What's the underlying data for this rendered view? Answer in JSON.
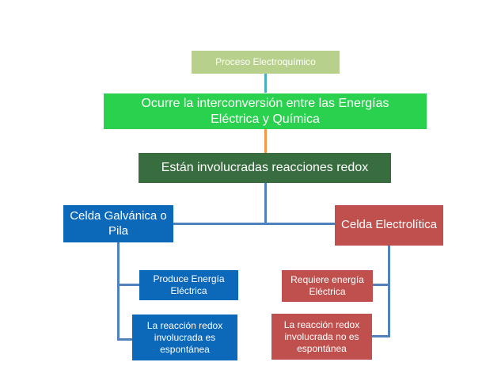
{
  "colors": {
    "root": "#b7d08c",
    "green": "#2ad14e",
    "darkgreen": "#386d40",
    "blue": "#0c68b9",
    "red": "#c0504d",
    "connector_blue": "#4f81bd",
    "connector_teal": "#4bacc6",
    "connector_orange": "#f79646"
  },
  "root": {
    "label": "Proceso Electroquímico"
  },
  "level1": {
    "label": "Ocurre la interconversión entre las Energías Eléctrica y Química"
  },
  "level2": {
    "label": "Están involucradas reacciones redox"
  },
  "left": {
    "title": "Celda Galvánica o Pila",
    "items": [
      "Produce Energía Eléctrica",
      "La reacción redox involucrada es espontánea"
    ]
  },
  "right": {
    "title": "Celda Electrolítica",
    "items": [
      "Requiere energía Eléctrica",
      "La reacción redox involucrada no es espontánea"
    ]
  }
}
